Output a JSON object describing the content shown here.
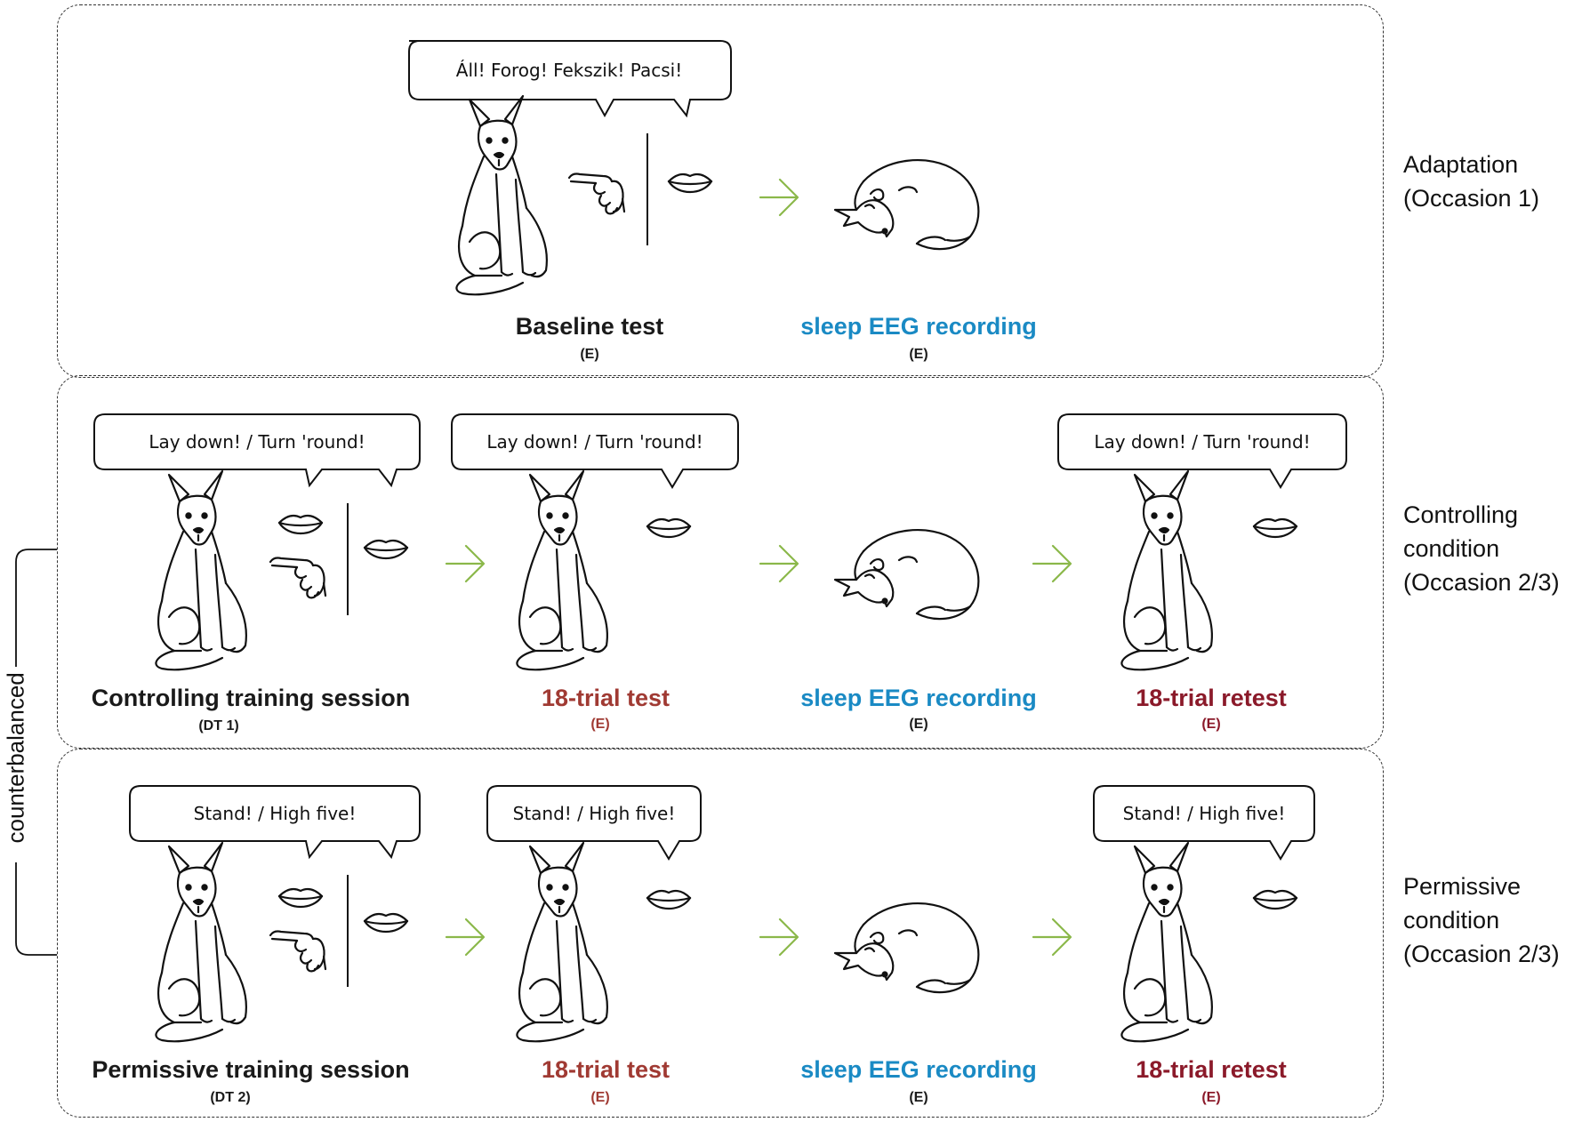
{
  "colors": {
    "black_label": "#1a1a1a",
    "test_red": "#a03a33",
    "retest_red": "#8b1a2a",
    "sleep_blue": "#1a8ac4",
    "arrow_green": "#8bb84a"
  },
  "rows": [
    {
      "side_label": [
        "Adaptation",
        "(Occasion 1)"
      ],
      "bubbles": [
        "Áll! Forog! Fekszik! Pacsi!"
      ],
      "labels": [
        {
          "text": "Baseline test",
          "sub": "(E)"
        },
        {
          "text": "sleep EEG recording",
          "sub": "(E)"
        }
      ]
    },
    {
      "side_label": [
        "Controlling",
        "condition",
        "(Occasion 2/3)"
      ],
      "bubbles": [
        "Lay down! / Turn 'round!",
        "Lay down! / Turn 'round!",
        "Lay down! / Turn 'round!"
      ],
      "labels": [
        {
          "text": "Controlling training session",
          "sub": "(DT 1)"
        },
        {
          "text": "18-trial test",
          "sub": "(E)"
        },
        {
          "text": "sleep EEG recording",
          "sub": "(E)"
        },
        {
          "text": "18-trial retest",
          "sub": "(E)"
        }
      ]
    },
    {
      "side_label": [
        "Permissive",
        "condition",
        "(Occasion 2/3)"
      ],
      "bubbles": [
        "Stand! / High five!",
        "Stand! / High five!",
        "Stand! / High five!"
      ],
      "labels": [
        {
          "text": "Permissive training session",
          "sub": "(DT 2)"
        },
        {
          "text": "18-trial test",
          "sub": "(E)"
        },
        {
          "text": "sleep EEG recording",
          "sub": "(E)"
        },
        {
          "text": "18-trial retest",
          "sub": "(E)"
        }
      ]
    }
  ],
  "counterbalanced_label": "counterbalanced"
}
